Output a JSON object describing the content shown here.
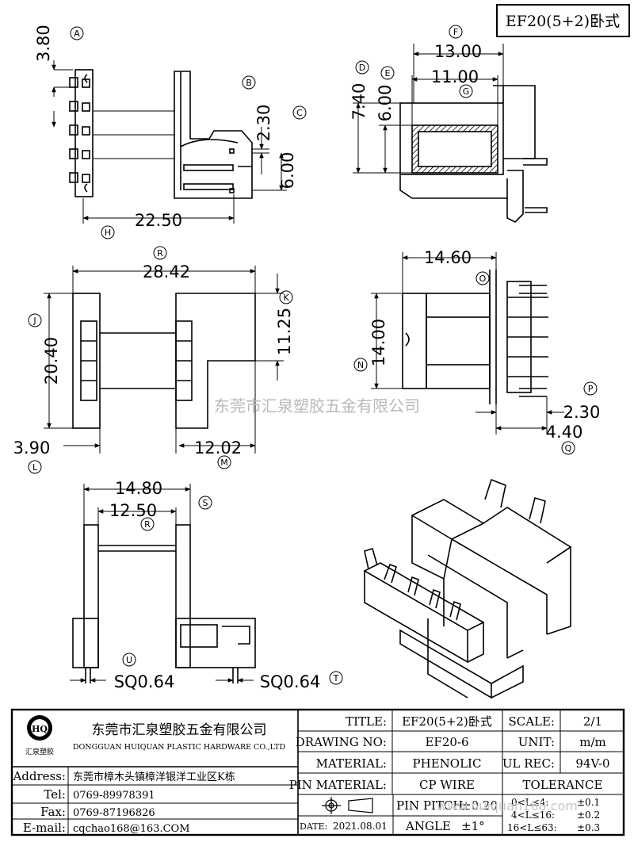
{
  "header": {
    "title": "EF20(5+2)卧式"
  },
  "watermark": {
    "company": "东莞市汇泉塑胶五金有限公司",
    "site": "www.huiquan168.com"
  },
  "dimensions": {
    "d380": "3.80",
    "d230a": "2.30",
    "d600a": "6.00",
    "d2250": "22.50",
    "d1300": "13.00",
    "d1100": "11.00",
    "d740": "7.40",
    "d600b": "6.00",
    "d2842": "28.42",
    "d2040": "20.40",
    "d1125": "11.25",
    "d390": "3.90",
    "d1202": "12.02",
    "d1460": "14.60",
    "d1400": "14.00",
    "d230b": "2.30",
    "d440": "4.40",
    "d1480": "14.80",
    "d1250": "12.50",
    "sq1": "SQ0.64",
    "sq2": "SQ0.64"
  },
  "refs": {
    "A": "A",
    "B": "B",
    "C": "C",
    "D": "D",
    "E": "E",
    "F": "F",
    "G": "G",
    "H": "H",
    "R1": "R",
    "J": "J",
    "K": "K",
    "L": "L",
    "M": "M",
    "O": "O",
    "N": "N",
    "P": "P",
    "Q": "Q",
    "S": "S",
    "R2": "R",
    "U": "U",
    "T": "T"
  },
  "titleblock": {
    "logo_letters": "HQ",
    "logo_caption": "汇泉塑胶",
    "company_cn": "东莞市汇泉塑胶五金有限公司",
    "company_en": "DONGGUAN HUIQUAN PLASTIC HARDWARE CO.,LTD",
    "address_label": "Address:",
    "address_value": "东莞市樟木头镇樟洋银洋工业区K栋",
    "tel_label": "Tel:",
    "tel_value": "0769-89978391",
    "fax_label": "Fax:",
    "fax_value": "0769-87196826",
    "email_label": "E-mail:",
    "email_value": "cqchao168@163.COM",
    "title_label": "TITLE:",
    "title_value": "EF20(5+2)卧式",
    "drawing_label": "DRAWING NO:",
    "drawing_value": "EF20-6",
    "material_label": "MATERIAL:",
    "material_value": "PHENOLIC",
    "pinmat_label": "PIN MATERIAL:",
    "pinmat_value": "CP WIRE",
    "pinpitch_label": "PIN PITCH",
    "pinpitch_value": "±0.20",
    "date_label": "DATE:",
    "date_value": "2021.08.01",
    "angle_label": "ANGLE",
    "angle_value": "±1°",
    "scale_label": "SCALE:",
    "scale_value": "2/1",
    "unit_label": "UNIT:",
    "unit_value": "m/m",
    "ulrec_label": "UL REC:",
    "ulrec_value": "94V-0",
    "tolerance_label": "TOLERANCE",
    "tol1_range": "0<L≤4:",
    "tol1_value": "±0.1",
    "tol2_range": "4<L≤16:",
    "tol2_value": "±0.2",
    "tol3_range": "16<L≤63:",
    "tol3_value": "±0.3"
  }
}
